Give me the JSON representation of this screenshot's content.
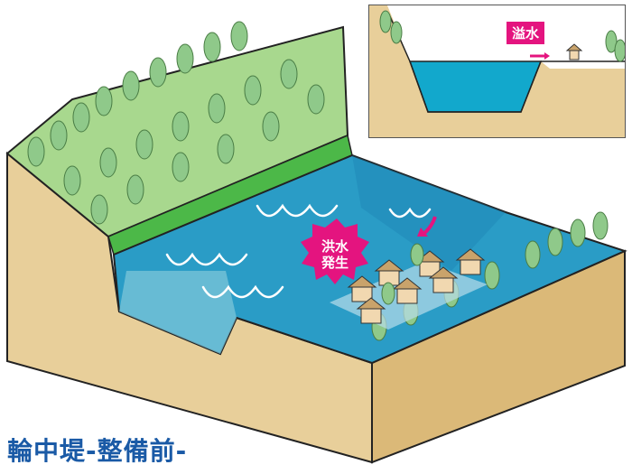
{
  "diagram": {
    "title": "輪中堤-整備前-",
    "flood_label_line1": "洪水",
    "flood_label_line2": "発生",
    "inset_label": "溢水"
  },
  "colors": {
    "water": "#2a9cc6",
    "water_dark": "#1a7fb0",
    "earth": "#e8cf9a",
    "grass": "#4cb848",
    "tree": "#8fc98a",
    "accent": "#e4147f",
    "title": "#1a5aa6"
  },
  "icons": [
    "tree-icon",
    "house-icon",
    "arrow-icon",
    "wave-icon"
  ]
}
